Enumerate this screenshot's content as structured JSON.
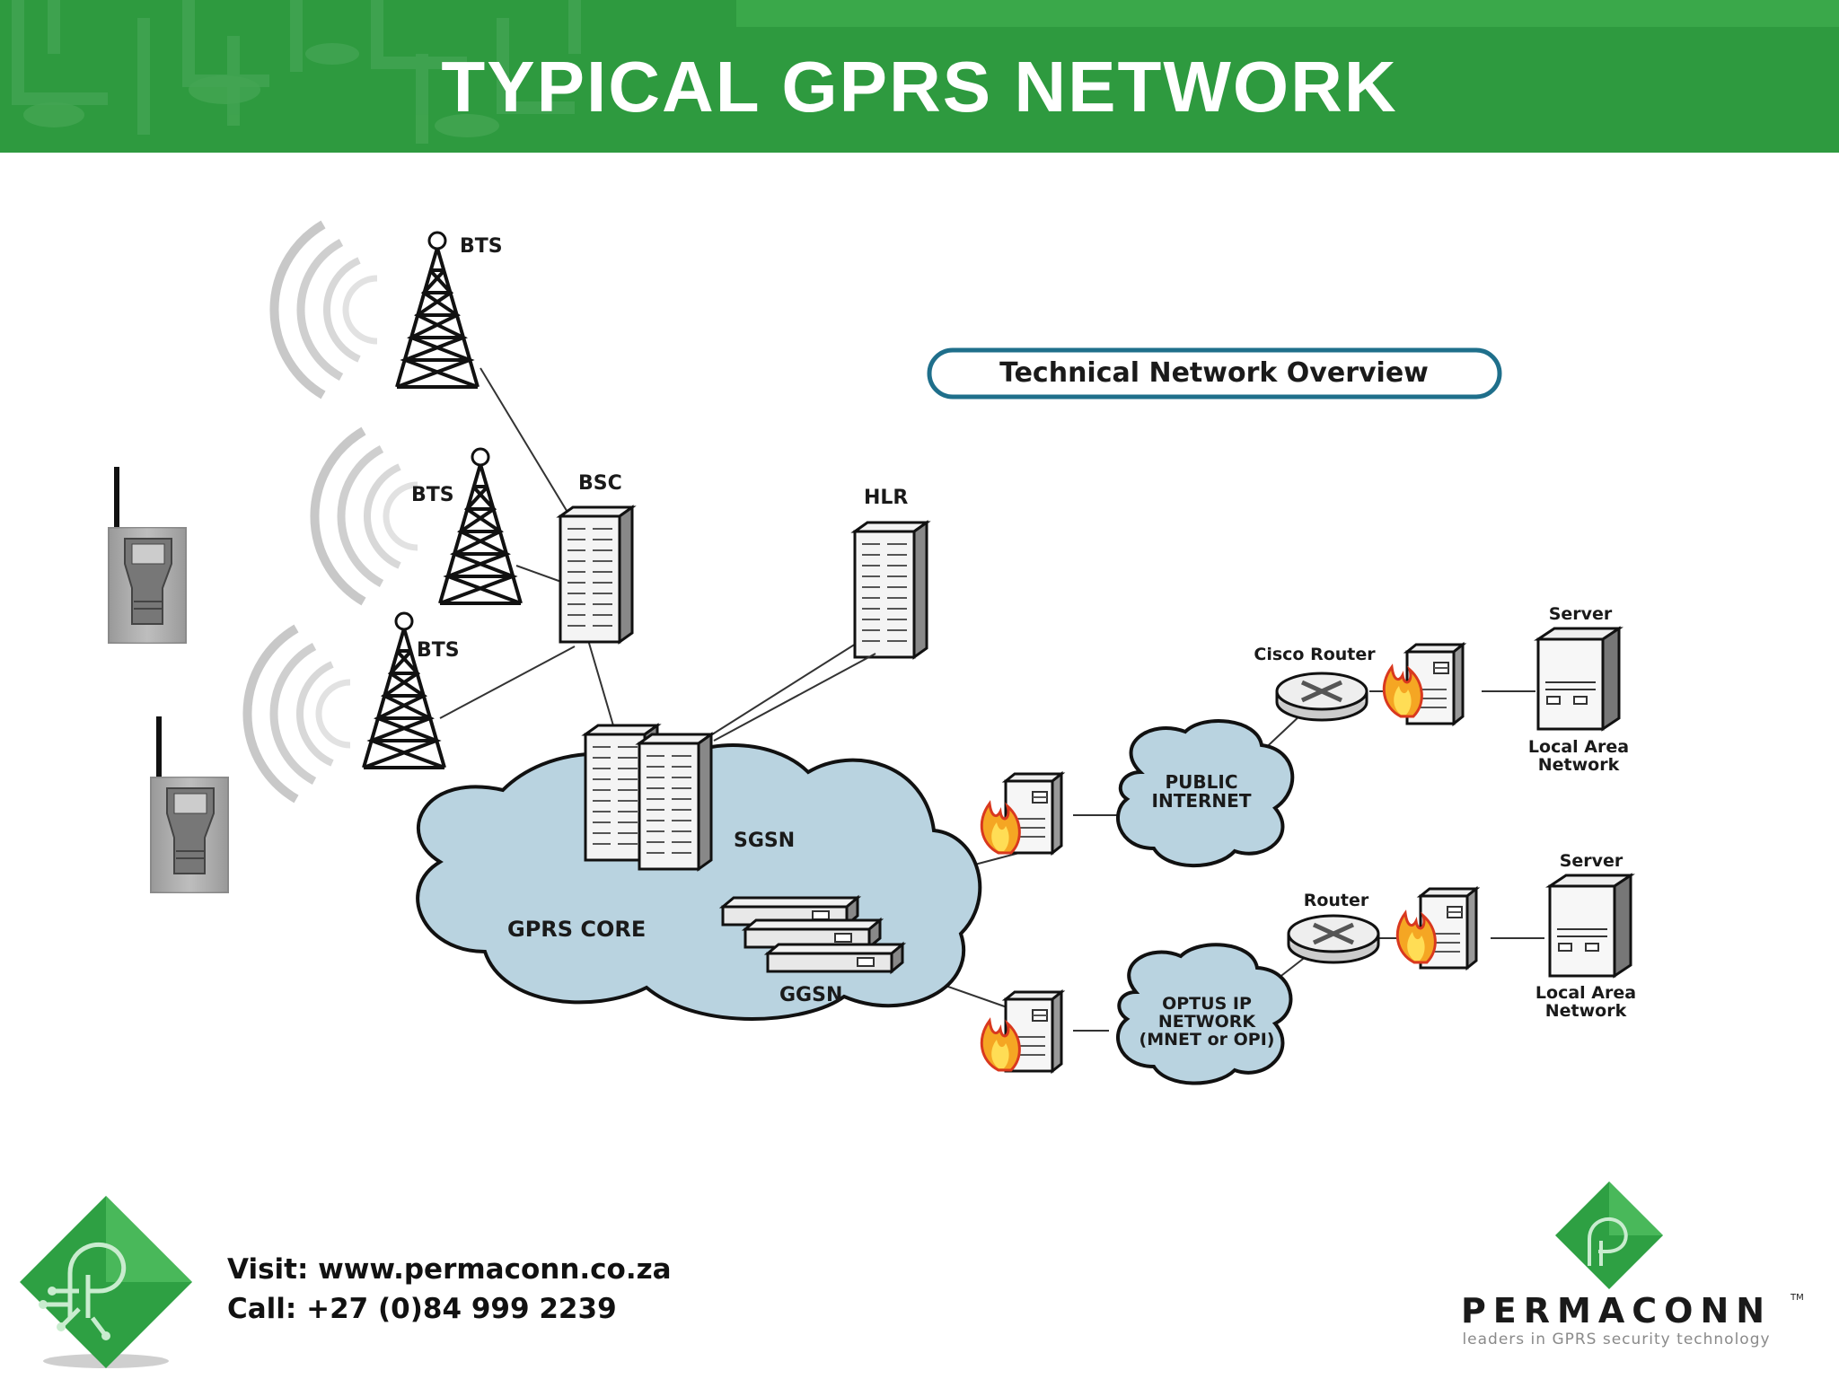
{
  "title": "TYPICAL GPRS NETWORK",
  "diagram": {
    "overview_label": "Technical Network Overview",
    "nodes": {
      "bts_1": "BTS",
      "bts_2": "BTS",
      "bts_3": "BTS",
      "bsc": "BSC",
      "hlr": "HLR",
      "sgsn": "SGSN",
      "gprs_core": "GPRS CORE",
      "ggsn": "GGSN",
      "public_internet_line1": "PUBLIC",
      "public_internet_line2": "INTERNET",
      "optus_line1": "OPTUS IP",
      "optus_line2": "NETWORK",
      "optus_line3": "(MNET or OPI)",
      "cisco_router": "Cisco Router",
      "router": "Router",
      "server_top": "Server",
      "server_bottom": "Server",
      "lan_top_line1": "Local Area",
      "lan_top_line2": "Network",
      "lan_bottom_line1": "Local Area",
      "lan_bottom_line2": "Network"
    }
  },
  "footer": {
    "visit": "Visit: www.permaconn.co.za",
    "call": "Call: +27 (0)84 999 2239"
  },
  "brand": {
    "name": "PERMACONN",
    "tagline": "leaders in GPRS security technology",
    "trademark": "TM"
  },
  "colors": {
    "header_green": "#2e9a3f",
    "cloud_fill": "#b9d3e0",
    "logo_green": "#2ea043"
  }
}
